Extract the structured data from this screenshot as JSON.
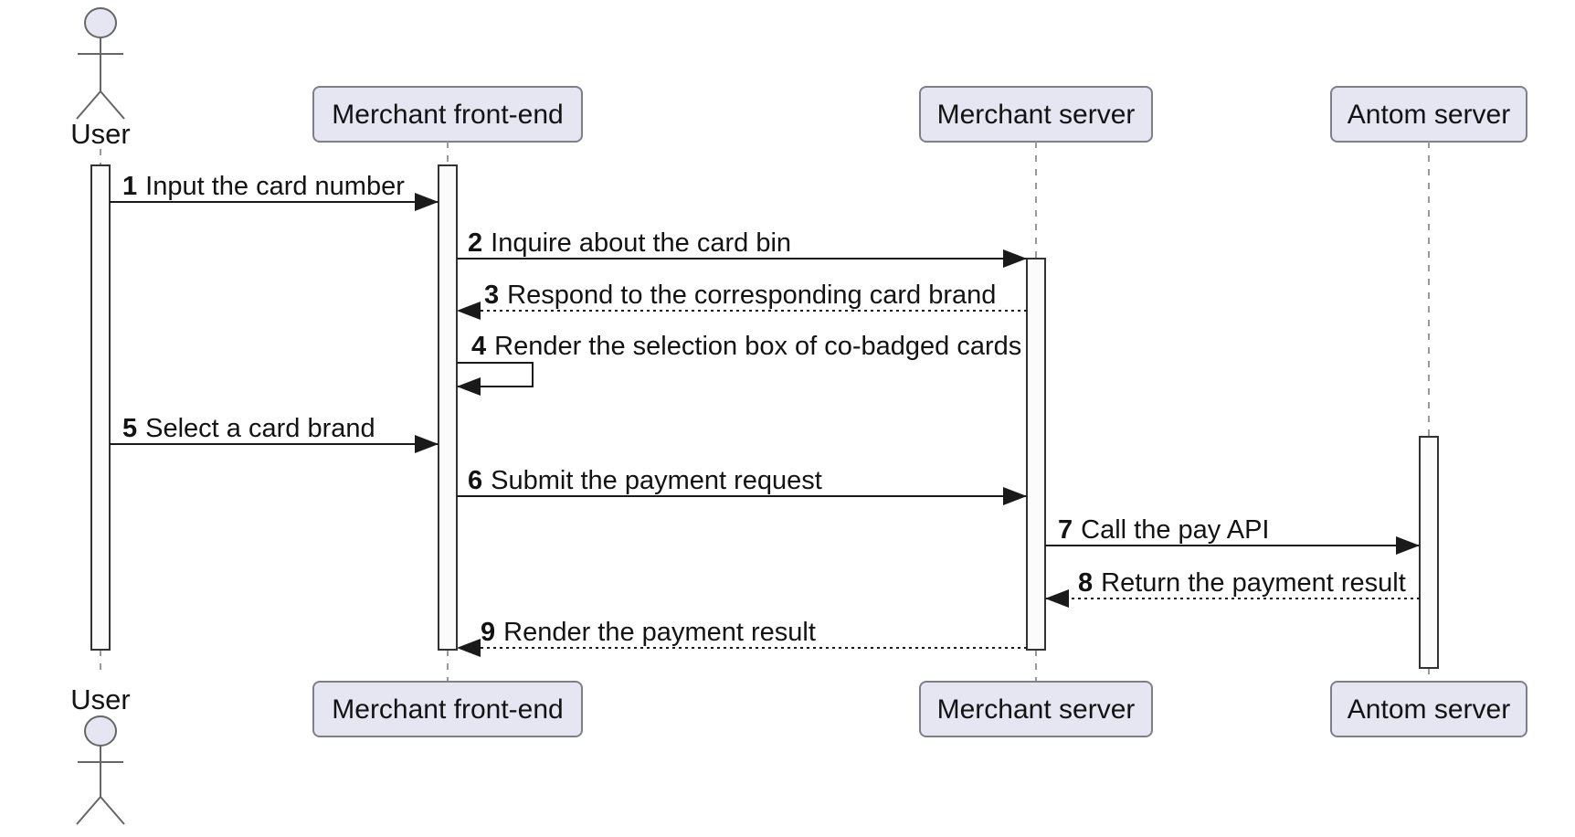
{
  "diagram": {
    "type": "sequence-diagram",
    "actors": [
      {
        "id": "user",
        "label": "User",
        "kind": "actor"
      },
      {
        "id": "merchant-frontend",
        "label": "Merchant front-end",
        "kind": "participant"
      },
      {
        "id": "merchant-server",
        "label": "Merchant server",
        "kind": "participant"
      },
      {
        "id": "antom-server",
        "label": "Antom server",
        "kind": "participant"
      }
    ],
    "messages": [
      {
        "num": "1",
        "text": "Input the card number",
        "from": "User",
        "to": "Merchant front-end",
        "line": "solid"
      },
      {
        "num": "2",
        "text": "Inquire about the card bin",
        "from": "Merchant front-end",
        "to": "Merchant server",
        "line": "solid"
      },
      {
        "num": "3",
        "text": "Respond to the corresponding card brand",
        "from": "Merchant server",
        "to": "Merchant front-end",
        "line": "dashed"
      },
      {
        "num": "4",
        "text": "Render the selection box of co-badged cards",
        "from": "Merchant front-end",
        "to": "Merchant front-end",
        "line": "solid-self"
      },
      {
        "num": "5",
        "text": "Select a card brand",
        "from": "User",
        "to": "Merchant front-end",
        "line": "solid"
      },
      {
        "num": "6",
        "text": "Submit the payment request",
        "from": "Merchant front-end",
        "to": "Merchant server",
        "line": "solid"
      },
      {
        "num": "7",
        "text": "Call the pay API",
        "from": "Merchant server",
        "to": "Antom server",
        "line": "solid"
      },
      {
        "num": "8",
        "text": "Return the payment result",
        "from": "Antom server",
        "to": "Merchant server",
        "line": "dashed"
      },
      {
        "num": "9",
        "text": "Render the payment result",
        "from": "Merchant server",
        "to": "Merchant front-end",
        "line": "dashed"
      }
    ],
    "colors": {
      "participant_fill": "#E6E6F3",
      "participant_border": "#7F7F8B",
      "arrow": "#1A1A1A",
      "lifeline": "#999999",
      "activation_fill": "#FBFBFB",
      "activation_border": "#333333",
      "text": "#131313",
      "background": "#FFFFFF"
    }
  }
}
